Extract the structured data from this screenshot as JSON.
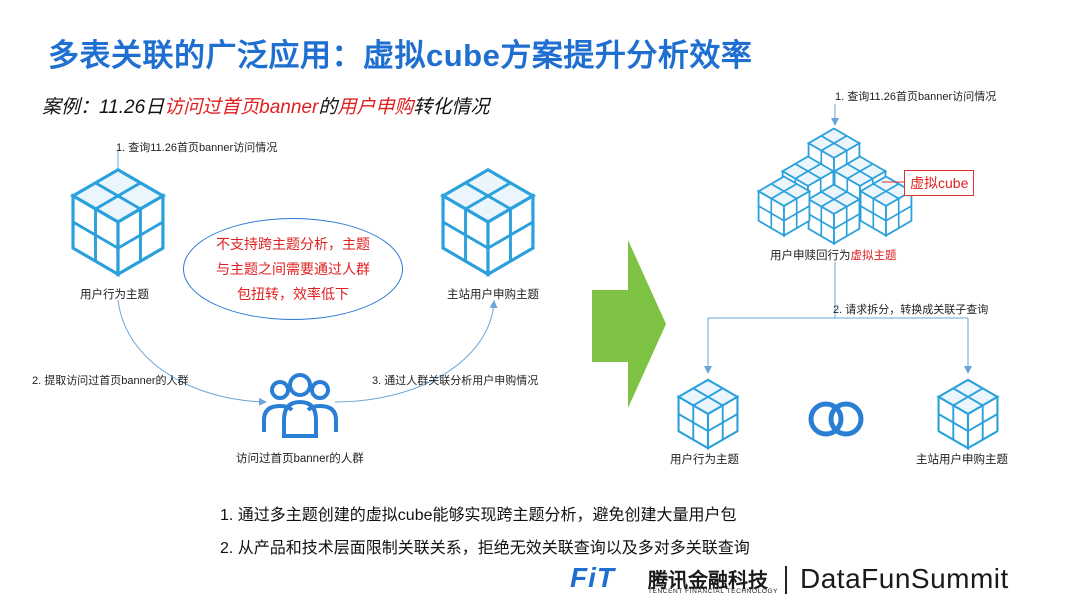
{
  "title": "多表关联的广泛应用：虚拟cube方案提升分析效率",
  "subtitle": {
    "prefix": "案例：11.26日",
    "highlight1": "访问过首页banner",
    "mid": "的",
    "highlight2": "用户申购",
    "suffix": "转化情况"
  },
  "left_flow": {
    "step1": "1. 查询11.26首页banner访问情况",
    "cube_left_label": "用户行为主题",
    "cube_right_label": "主站用户申购主题",
    "callout_lines": [
      "不支持跨主题分析，主题",
      "与主题之间需要通过人群",
      "包扭转，效率低下"
    ],
    "step2": "2. 提取访问过首页banner的人群",
    "step3": "3. 通过人群关联分析用户申购情况",
    "people_label": "访问过首页banner的人群"
  },
  "right_flow": {
    "step1": "1. 查询11.26首页banner访问情况",
    "cube_tag": "虚拟cube",
    "virtual_label_prefix": "用户申赎回行为",
    "virtual_label_highlight": "虚拟主题",
    "step2": "2. 请求拆分，转换成关联子查询",
    "cube_left_label": "用户行为主题",
    "cube_right_label": "主站用户申购主题"
  },
  "bullets": [
    "1.  通过多主题创建的虚拟cube能够实现跨主题分析，避免创建大量用户包",
    "2.  从产品和技术层面限制关联关系，拒绝无效关联查询以及多对多关联查询"
  ],
  "brand": {
    "fit": "FiT",
    "cn": "腾讯金融科技",
    "en": "TENCENT FINANCIAL TECHNOLOGY",
    "summit": "DataFunSummit"
  },
  "colors": {
    "title_blue": "#1f6fd1",
    "cube_blue": "#2aa0dc",
    "highlight_red": "#e02020",
    "arrow_green": "#7dc242"
  },
  "icons": {
    "cube": "cube-icon",
    "people": "people-group-icon",
    "link": "two-rings-icon",
    "arrow": "big-right-arrow-icon"
  }
}
